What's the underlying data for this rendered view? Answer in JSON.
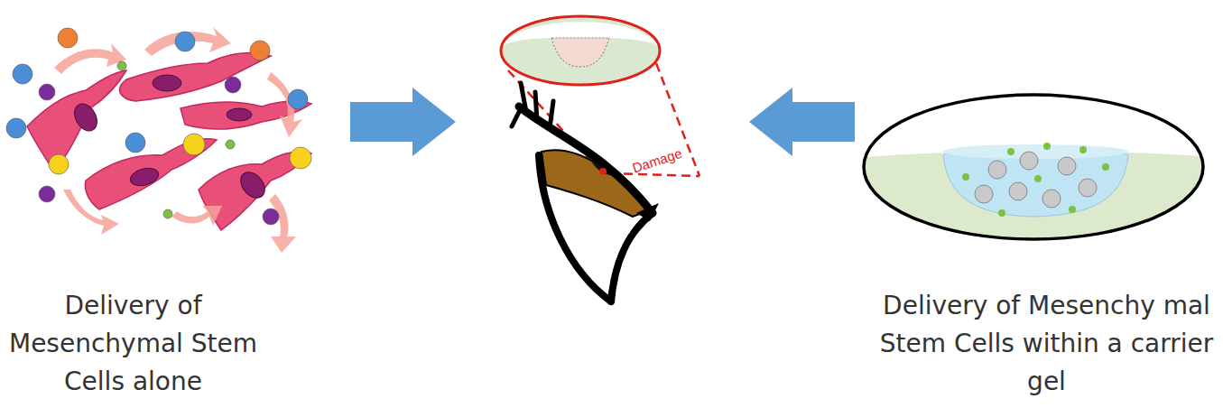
{
  "diagram": {
    "nodes": [
      {
        "text": [
          "Delivery of Mesenchymal Stem Cells alone"
        ]
      },
      {
        "text": [
          "Damage"
        ]
      },
      {
        "text": [
          "Delivery of Mesenchy mal Stem Cells within a carrier gel"
        ]
      }
    ],
    "edges": [
      {
        "from": 0,
        "to": 1,
        "arrow": "to"
      },
      {
        "from": 2,
        "to": 1,
        "arrow": "to"
      }
    ]
  }
}
